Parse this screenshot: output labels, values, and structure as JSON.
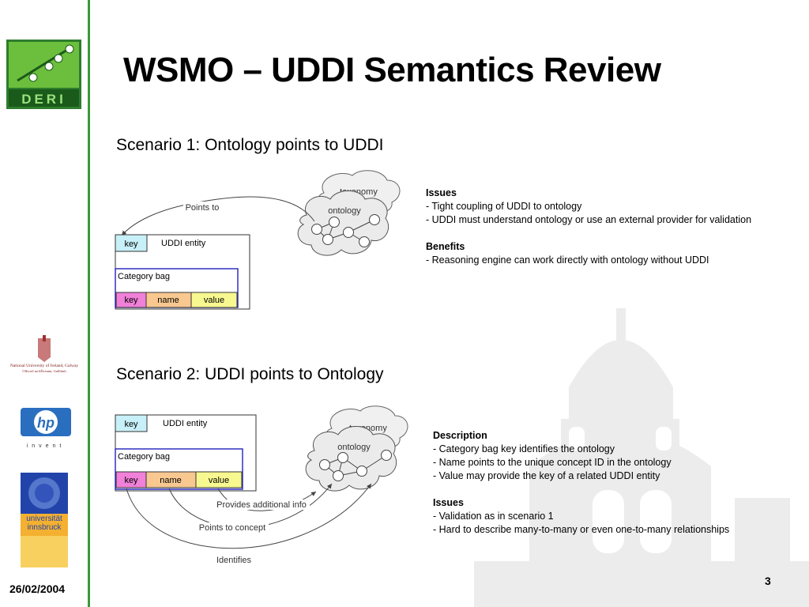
{
  "sidebar": {
    "deri_logo_text": "DERI",
    "nuig_logo_text": "National University of Ireland, Galway",
    "nuig_logo_subtext": "Ollscoil na hÉireann, Gaillimh",
    "hp_logo_text": "hp",
    "hp_tagline": "invent",
    "ibk_logo_text_1": "universität",
    "ibk_logo_text_2": "innsbruck",
    "date": "26/02/2004"
  },
  "slide": {
    "title": "WSMO – UDDI Semantics Review",
    "page_number": "3"
  },
  "scenario1": {
    "heading": "Scenario 1: Ontology points to UDDI",
    "diagram": {
      "cloud_outer": "taxonomy",
      "cloud_inner": "ontology",
      "arrow_label": "Points to",
      "key": "key",
      "uddi_entity": "UDDI entity",
      "category_bag": "Category bag",
      "cb_key": "key",
      "cb_name": "name",
      "cb_value": "value"
    },
    "issues_heading": "Issues",
    "issues": [
      "- Tight coupling of UDDI to ontology",
      "- UDDI must understand ontology or use an external provider for validation"
    ],
    "benefits_heading": "Benefits",
    "benefits": [
      "- Reasoning engine can work directly with ontology without UDDI"
    ]
  },
  "scenario2": {
    "heading": "Scenario 2: UDDI points to Ontology",
    "diagram": {
      "cloud_outer": "taxonomy",
      "cloud_inner": "ontology",
      "key": "key",
      "uddi_entity": "UDDI entity",
      "category_bag": "Category bag",
      "cb_key": "key",
      "cb_name": "name",
      "cb_value": "value",
      "arrow_provides": "Provides additional info",
      "arrow_points_concept": "Points to concept",
      "arrow_identifies": "Identifies"
    },
    "description_heading": "Description",
    "description": [
      "- Category bag key identifies the ontology",
      "- Name points to the unique concept ID in the ontology",
      "- Value may provide the key of a related UDDI entity"
    ],
    "issues_heading": "Issues",
    "issues": [
      "- Validation as in scenario 1",
      "- Hard to describe many-to-many or even one-to-many relationships"
    ]
  },
  "colors": {
    "accent_green": "#3a9a3a",
    "key_cyan": "#c8f0f8",
    "key_magenta": "#f080d8",
    "name_orange": "#f8c890",
    "value_yellow": "#f8f890",
    "bag_blue": "#3030c0"
  }
}
